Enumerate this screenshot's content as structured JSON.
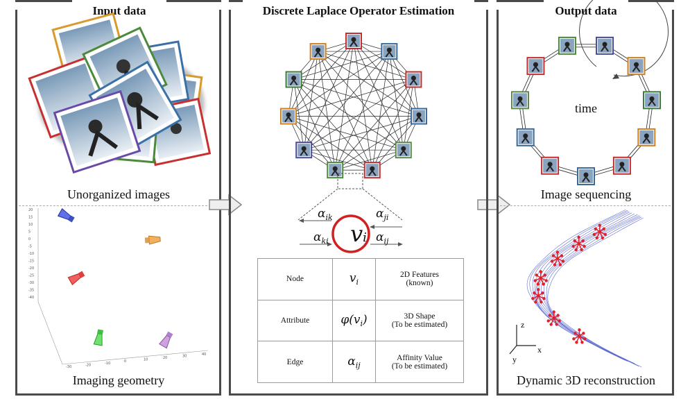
{
  "panels": {
    "input": {
      "title": "Input data",
      "caption_top": "Unorganized images",
      "caption_bottom": "Imaging geometry"
    },
    "middle": {
      "title": "Discrete Laplace Operator Estimation",
      "node_symbol": "v",
      "node_sub": "i",
      "edges": [
        {
          "sym": "α",
          "sub": "ik"
        },
        {
          "sym": "α",
          "sub": "ji"
        },
        {
          "sym": "α",
          "sub": "ki"
        },
        {
          "sym": "α",
          "sub": "ij"
        }
      ],
      "table": [
        {
          "label": "Node",
          "math": "v",
          "math_sub": "i",
          "desc1": "2D Features",
          "desc2": "(known)"
        },
        {
          "label": "Attribute",
          "math": "φ(v",
          "math_sub": "i",
          "math_tail": ")",
          "desc1": "3D Shape",
          "desc2": "(To be estimated)"
        },
        {
          "label": "Edge",
          "math": "α",
          "math_sub": "ij",
          "desc1": "Affinity Value",
          "desc2": "(To be estimated)"
        }
      ]
    },
    "output": {
      "title": "Output data",
      "cycle_label": "time",
      "caption_top": "Image sequencing",
      "caption_bottom": "Dynamic 3D reconstruction",
      "axes": {
        "z": "z",
        "x": "x",
        "y": "y"
      }
    }
  },
  "colors": {
    "frame": "#4a4a4a",
    "node_borders": [
      "#4a8a3a",
      "#4a4a9a",
      "#d08020",
      "#3a7a3a",
      "#d08020",
      "#c03030",
      "#3a6a9a",
      "#c03030",
      "#3a6a9a",
      "#5a8a4a",
      "#c03030"
    ],
    "skeleton_red": "#e0202a",
    "trajectory_blue": "#3848c8"
  },
  "axis_ticks": {
    "left": [
      "20",
      "15",
      "10",
      "5",
      "0",
      "-5",
      "-10",
      "-15",
      "-20",
      "-25",
      "-30",
      "-35",
      "-40"
    ],
    "bottom": [
      "-30",
      "-20",
      "-10",
      "0",
      "10",
      "20",
      "30",
      "40"
    ]
  }
}
